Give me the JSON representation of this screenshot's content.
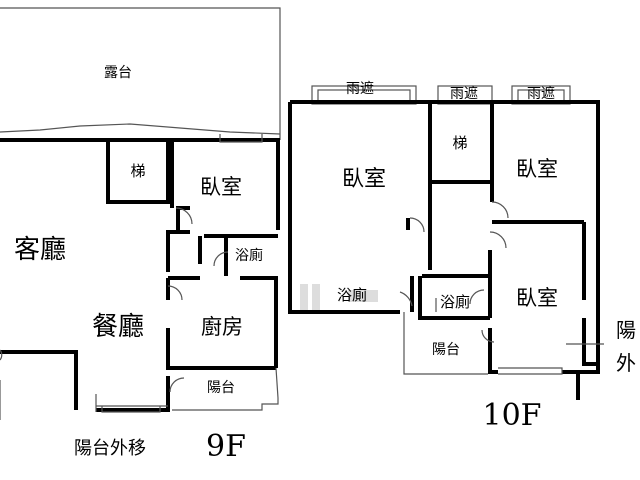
{
  "colors": {
    "wall": "#000000",
    "thin": "#555555",
    "background": "#ffffff",
    "watermark": "#c8c8c8"
  },
  "floor9": {
    "label": "9F",
    "rooms": {
      "terrace": "露台",
      "stairs": "梯",
      "bedroom": "臥室",
      "living": "客廳",
      "dining": "餐廳",
      "kitchen": "廚房",
      "bath": "浴廁",
      "balcony": "陽台"
    },
    "note": "陽台外移"
  },
  "floor10": {
    "label": "10F",
    "rooms": {
      "canopy_a": "雨遮",
      "canopy_b": "雨遮",
      "canopy_c": "雨遮",
      "stairs": "梯",
      "bedroom_a": "臥室",
      "bedroom_b": "臥室",
      "bedroom_c": "臥室",
      "bath_a": "浴廁",
      "bath_b": "浴廁",
      "balcony": "陽台"
    },
    "side_note_a": "陽",
    "side_note_b": "外"
  }
}
